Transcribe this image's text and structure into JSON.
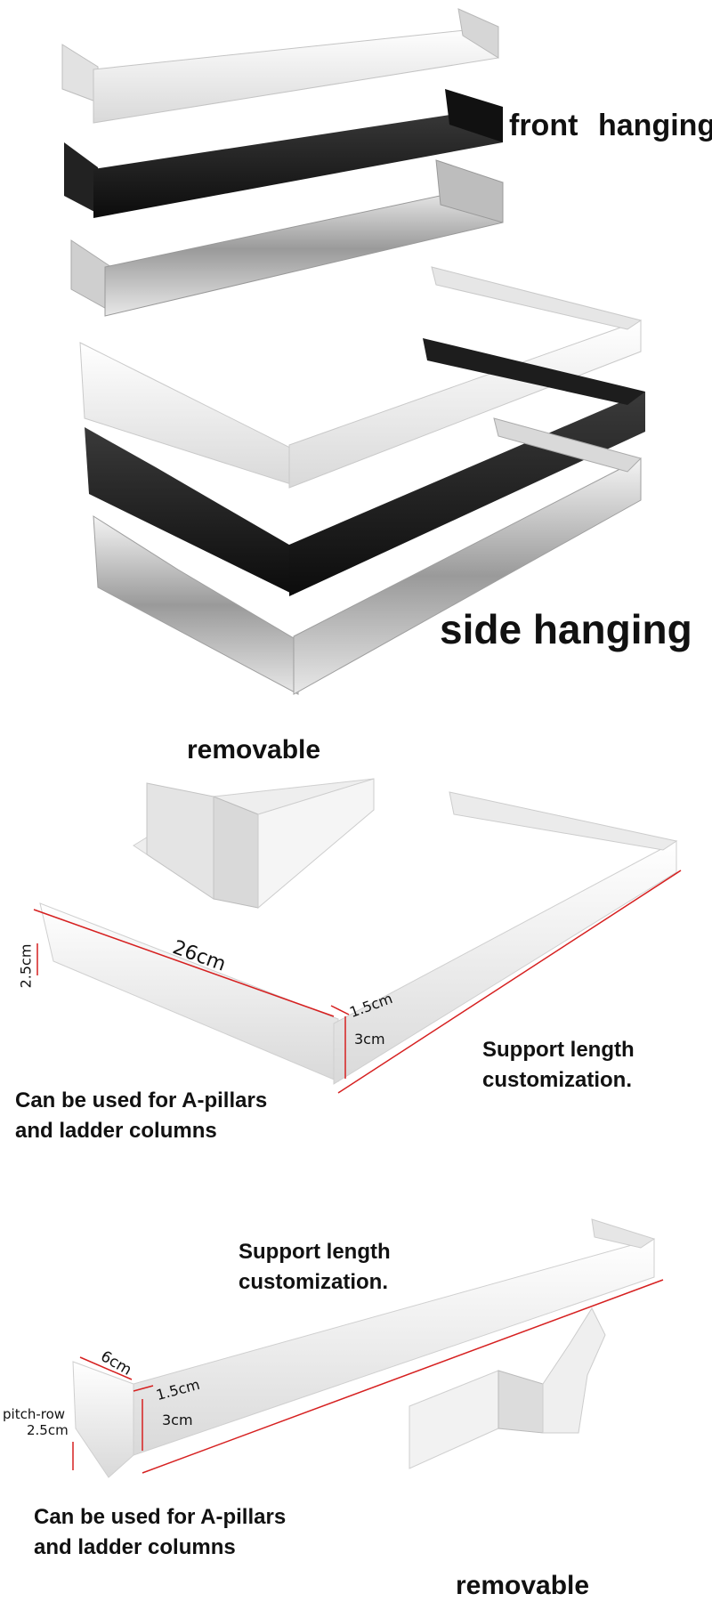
{
  "colors": {
    "white_finish": "#ececec",
    "black_finish": "#1b1b1b",
    "chrome_finish": "#c8c8c8",
    "dimension_line": "#d62020"
  },
  "labels": {
    "front_hanging_1": "front",
    "front_hanging_2": "hanging",
    "side_hanging": "side hanging",
    "removable_top": "removable",
    "support_length_1": "Support length\ncustomization.",
    "a_pillars_1": "Can be used for A-pillars\nand ladder columns",
    "support_length_2": "Support length\ncustomization.",
    "a_pillars_2": "Can be used for A-pillars\nand ladder columns",
    "removable_bottom": "removable"
  },
  "dimensions": {
    "side": {
      "length": "26cm",
      "pitch": "2.5cm",
      "width": "1.5cm",
      "height": "3cm"
    },
    "front": {
      "depth": "6cm",
      "pitch_label": "pitch-row",
      "pitch": "2.5cm",
      "width": "1.5cm",
      "height": "3cm"
    }
  }
}
